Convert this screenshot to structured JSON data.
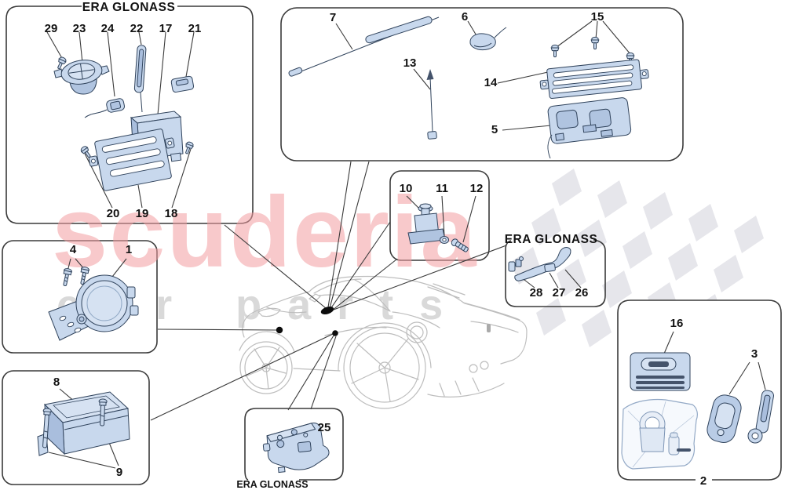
{
  "box_titles": {
    "top_unit": "ERA GLONASS",
    "roof_bracket": "ERA GLONASS",
    "floor_module": "ERA GLONASS"
  },
  "part_labels": {
    "p1": "1",
    "p2": "2",
    "p3": "3",
    "p4": "4",
    "p5": "5",
    "p6": "6",
    "p7": "7",
    "p8": "8",
    "p9": "9",
    "p10": "10",
    "p11": "11",
    "p12": "12",
    "p13": "13",
    "p14": "14",
    "p15": "15",
    "p16": "16",
    "p17": "17",
    "p18": "18",
    "p19": "19",
    "p20": "20",
    "p21": "21",
    "p22": "22",
    "p23": "23",
    "p24": "24",
    "p25": "25",
    "p26": "26",
    "p27": "27",
    "p28": "28",
    "p29": "29"
  },
  "watermark": {
    "line1": "scuderia",
    "line2": "car parts"
  },
  "colors": {
    "part_fill": "#c8d8ed",
    "part_outline": "#30435c",
    "box_border": "#3a3a3a",
    "watermark_pink": "#f29da1",
    "watermark_gray": "#d9d9d9",
    "flag_gray": "#e6e6eb",
    "car_outline": "#bdbdbd"
  }
}
